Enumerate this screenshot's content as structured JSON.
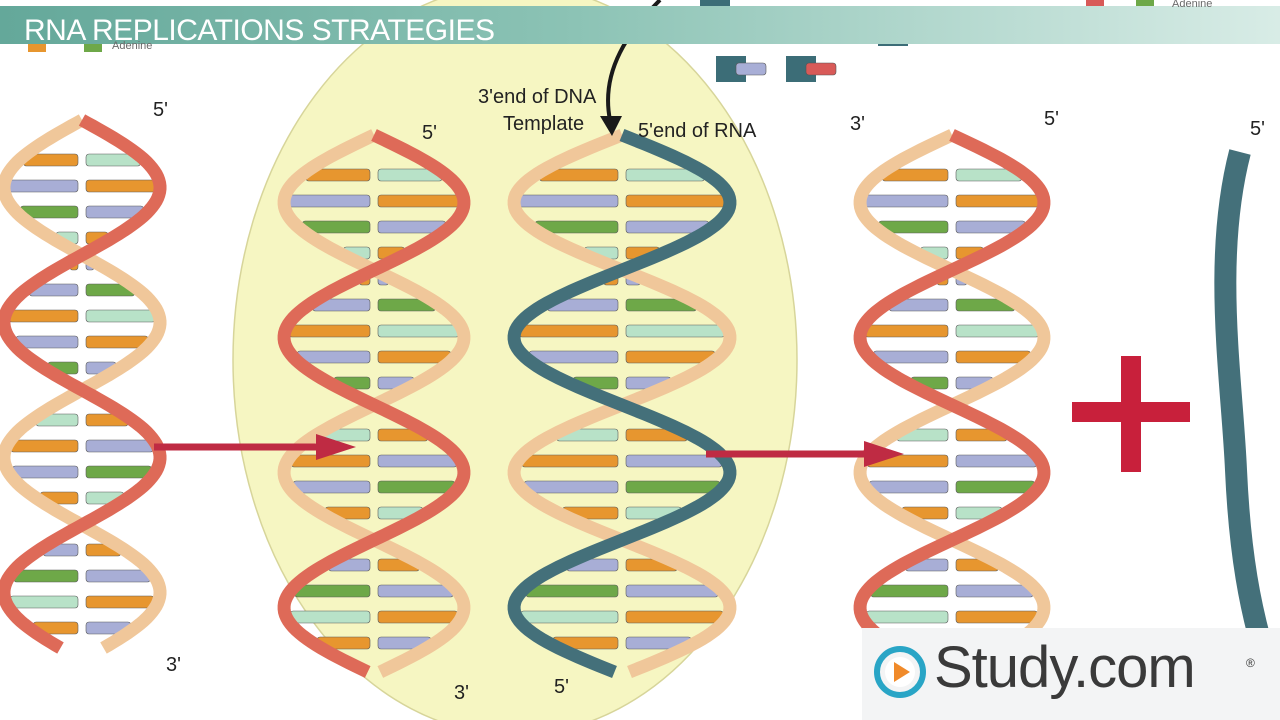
{
  "header": {
    "title": "RNA REPLICATIONS STRATEGIES"
  },
  "legend": {
    "left_label": "Adenine",
    "right_label": "Adenine"
  },
  "labels": {
    "dna_template_top": "3'end of DNA",
    "dna_template_bottom": "Template",
    "rna_5_end": "5'end of RNA",
    "helix1_top": "5'",
    "helix1_bottom": "3'",
    "helix2_top": "5'",
    "helix2_bottom": "3'",
    "helix3_bottom": "5'",
    "helix4_top_left": "3'",
    "helix4_top_right": "5'",
    "strand5_top": "5'"
  },
  "logo": {
    "name": "Study.com",
    "reg": "®"
  },
  "colors": {
    "red_strand": "#de6a58",
    "tan_strand": "#f0c79a",
    "rna_strand": "#44707a",
    "highlight": "#f6f6c2",
    "arrow": "#bf2b43",
    "plus": "#c8203b",
    "base_orange": "#e7962f",
    "base_lavender": "#a8aed6",
    "base_green": "#6ea848",
    "base_mint": "#b8e2c8",
    "base_red": "#d85a58"
  }
}
